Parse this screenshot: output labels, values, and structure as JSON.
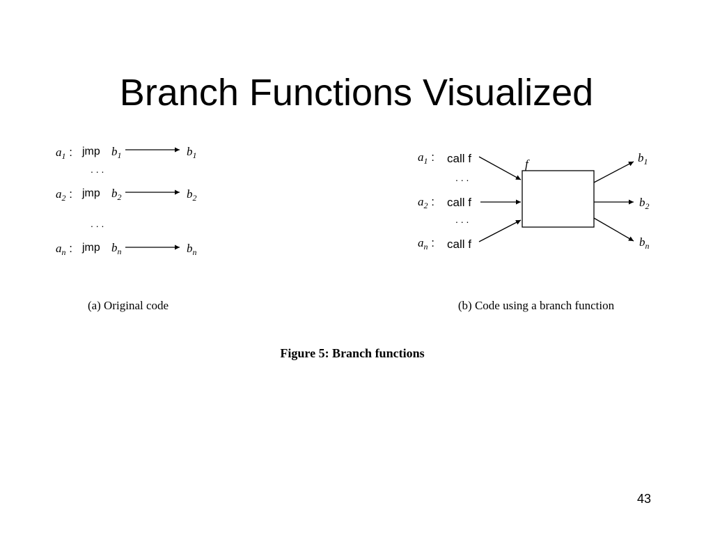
{
  "slide": {
    "title": "Branch Functions Visualized",
    "number": "43"
  },
  "figure": {
    "caption": "Figure 5: Branch functions",
    "panel_a": {
      "caption": "(a) Original code",
      "rows": [
        {
          "label_var": "a",
          "label_sub": "1",
          "instr": "jmp",
          "target_var": "b",
          "target_sub": "1",
          "dest_var": "b",
          "dest_sub": "1"
        },
        {
          "label_var": "a",
          "label_sub": "2",
          "instr": "jmp",
          "target_var": "b",
          "target_sub": "2",
          "dest_var": "b",
          "dest_sub": "2"
        },
        {
          "label_var": "a",
          "label_sub": "n",
          "instr": "jmp",
          "target_var": "b",
          "target_sub": "n",
          "dest_var": "b",
          "dest_sub": "n"
        }
      ],
      "ellipsis": ". . ."
    },
    "panel_b": {
      "caption": "(b) Code using a branch function",
      "function_name": "f",
      "rows": [
        {
          "label_var": "a",
          "label_sub": "1",
          "instr": "call f",
          "dest_var": "b",
          "dest_sub": "1"
        },
        {
          "label_var": "a",
          "label_sub": "2",
          "instr": "call f",
          "dest_var": "b",
          "dest_sub": "2"
        },
        {
          "label_var": "a",
          "label_sub": "n",
          "instr": "call f",
          "dest_var": "b",
          "dest_sub": "n"
        }
      ],
      "ellipsis": ". . ."
    }
  }
}
